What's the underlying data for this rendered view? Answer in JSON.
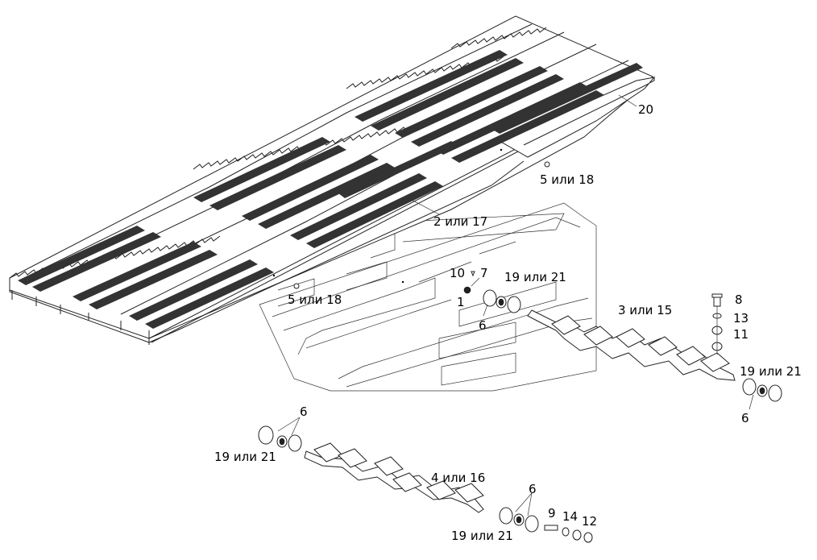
{
  "labels": {
    "l20": "20",
    "l5a": "5 или 18",
    "l2": "2 или 17",
    "l5b": "5 или 18",
    "l10": "10",
    "l7": "7",
    "l1": "1",
    "l19a": "19 или 21",
    "l6a": "6",
    "l3": "3 или 15",
    "l8": "8",
    "l13": "13",
    "l11": "11",
    "l19b": "19 или 21",
    "l6b": "6",
    "l6c": "6",
    "l19c": "19 или 21",
    "l4": "4 или 16",
    "l6d": "6",
    "l9": "9",
    "l14": "14",
    "l12": "12",
    "l19d": "19 или 21"
  }
}
